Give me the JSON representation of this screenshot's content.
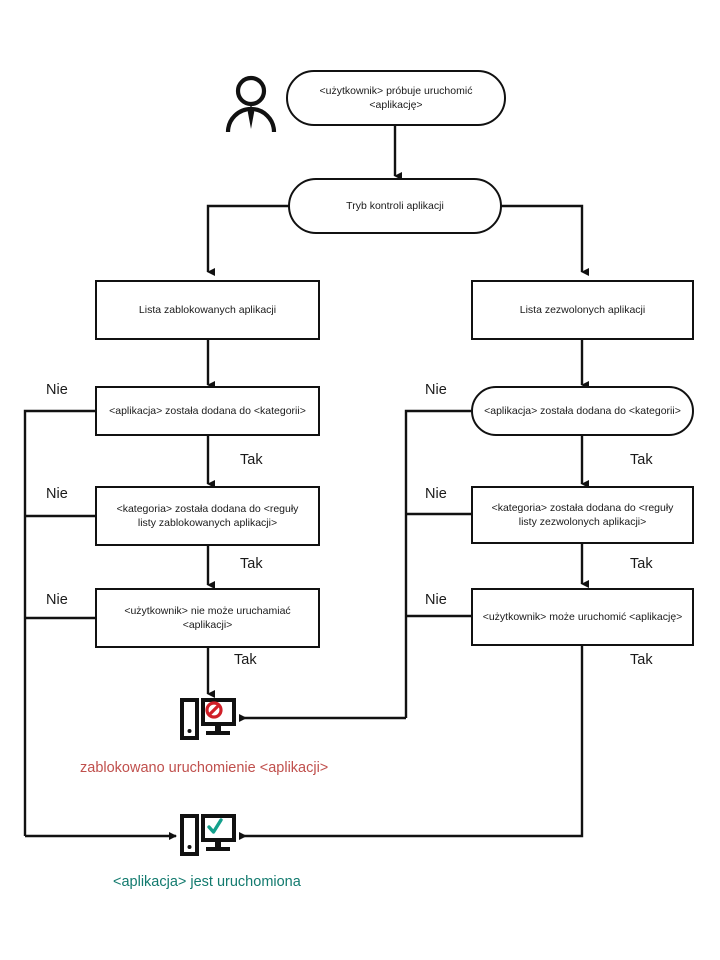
{
  "diagram": {
    "title": "Application Control flowchart",
    "language": "pl",
    "colors": {
      "stroke": "#111111",
      "blocked_text": "#c0504d",
      "allowed_text": "#127a6e",
      "blocked_icon": "#d01f28",
      "allowed_icon": "#13a08c",
      "background": "#ffffff"
    }
  },
  "actor": {
    "icon": "user-person-icon",
    "label": ""
  },
  "nodes": {
    "start": {
      "id": "start",
      "shape": "stadium",
      "text": "<użytkownik> próbuje uruchomić <aplikację>",
      "line1": "<użytkownik> próbuje uruchomić",
      "line2": "<aplikację>"
    },
    "mode": {
      "id": "mode",
      "shape": "stadium",
      "text": "Tryb kontroli aplikacji"
    },
    "denylist": {
      "id": "denylist",
      "shape": "rect",
      "text": "Lista zablokowanych aplikacji"
    },
    "allowlist": {
      "id": "allowlist",
      "shape": "rect",
      "text": "Lista zezwolonych aplikacji"
    },
    "deny_app_in_category": {
      "id": "deny_app_in_category",
      "shape": "rect",
      "text": "<aplikacja> została dodana do <kategorii>"
    },
    "allow_app_in_category": {
      "id": "allow_app_in_category",
      "shape": "rounded",
      "text": "<aplikacja> została dodana do <kategorii>"
    },
    "deny_category_in_rule": {
      "id": "deny_category_in_rule",
      "shape": "rect",
      "text": "<kategoria> została dodana do <reguły listy zablokowanych aplikacji>",
      "line1": "<kategoria> została dodana do <reguły",
      "line2": "listy zablokowanych aplikacji>"
    },
    "allow_category_in_rule": {
      "id": "allow_category_in_rule",
      "shape": "rect",
      "text": "<kategoria> została dodana do <reguły listy zezwolonych aplikacji>",
      "line1": "<kategoria> została dodana do <reguły",
      "line2": "listy zezwolonych aplikacji>"
    },
    "deny_user_cannot": {
      "id": "deny_user_cannot",
      "shape": "rect",
      "text": "<użytkownik> nie może uruchamiać <aplikacji>",
      "line1": "<użytkownik> nie może uruchamiać",
      "line2": "<aplikacji>"
    },
    "allow_user_can": {
      "id": "allow_user_can",
      "shape": "rect",
      "text": "<użytkownik> może uruchomić <aplikację>"
    }
  },
  "edge_labels": {
    "left_no_1": "Nie",
    "left_no_2": "Nie",
    "left_no_3": "Nie",
    "left_yes_1": "Tak",
    "left_yes_2": "Tak",
    "left_yes_3": "Tak",
    "right_no_1": "Nie",
    "right_no_2": "Nie",
    "right_no_3": "Nie",
    "right_yes_1": "Tak",
    "right_yes_2": "Tak",
    "right_yes_3": "Tak"
  },
  "outcomes": {
    "blocked": {
      "icon": "computer-blocked-icon",
      "caption": "zablokowano uruchomienie <aplikacji>"
    },
    "allowed": {
      "icon": "computer-allowed-icon",
      "caption": "<aplikacja> jest uruchomiona"
    }
  }
}
